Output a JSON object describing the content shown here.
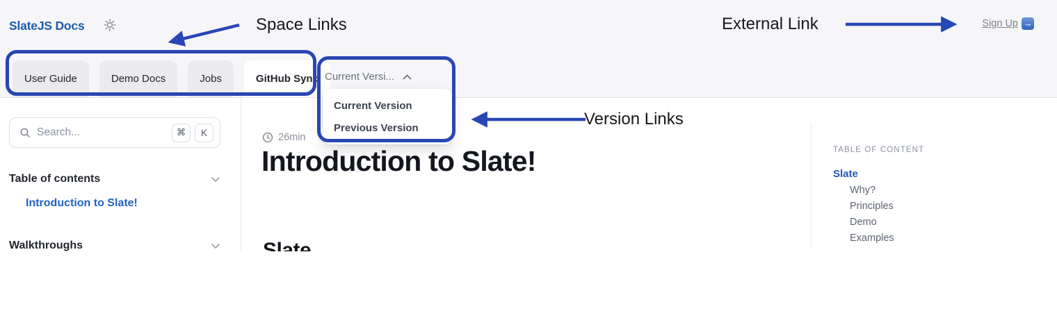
{
  "colors": {
    "annotation_blue": "#2846b4",
    "brand_blue": "#1d5ba9",
    "link_blue": "#2263c3",
    "toc_blue": "#2456b4"
  },
  "header": {
    "brand": "SlateJS Docs",
    "tabs": [
      {
        "label": "User Guide"
      },
      {
        "label": "Demo Docs"
      },
      {
        "label": "Jobs"
      },
      {
        "label": "GitHub Sync"
      }
    ],
    "version_dropdown": {
      "selected": "Current Versi...",
      "options": [
        "Current Version",
        "Previous Version"
      ]
    },
    "signup_label": "Sign Up",
    "signup_icon_glyph": "→"
  },
  "sidebar": {
    "search_placeholder": "Search...",
    "kbd_keys": [
      "⌘",
      "K"
    ],
    "toc_section_label": "Table of contents",
    "active_page": "Introduction to Slate!",
    "walkthroughs_label": "Walkthroughs"
  },
  "content": {
    "read_time": "26min",
    "title": "Introduction to Slate!",
    "partial_heading": "Slate"
  },
  "page_toc": {
    "heading": "TABLE OF CONTENT",
    "root_link": "Slate",
    "items": [
      "Why?",
      "Principles",
      "Demo",
      "Examples"
    ]
  },
  "annotations": {
    "space_links": "Space Links",
    "external_link": "External Link",
    "version_links": "Version Links"
  }
}
